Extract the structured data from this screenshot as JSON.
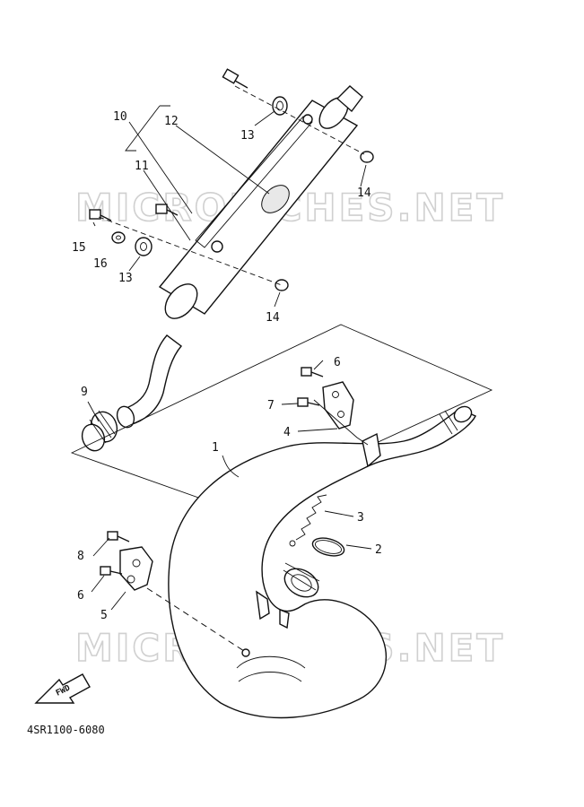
{
  "watermark": "MICROFICHES.NET",
  "part_code": "4SR1100-6080",
  "fwd_label": "FWD",
  "labels": {
    "p1": "1",
    "p2": "2",
    "p3": "3",
    "p4": "4",
    "p5": "5",
    "p6a": "6",
    "p6b": "6",
    "p7": "7",
    "p8": "8",
    "p9": "9",
    "p10": "10",
    "p11": "11",
    "p12": "12",
    "p13a": "13",
    "p13b": "13",
    "p14a": "14",
    "p14b": "14",
    "p15": "15",
    "p16": "16"
  }
}
